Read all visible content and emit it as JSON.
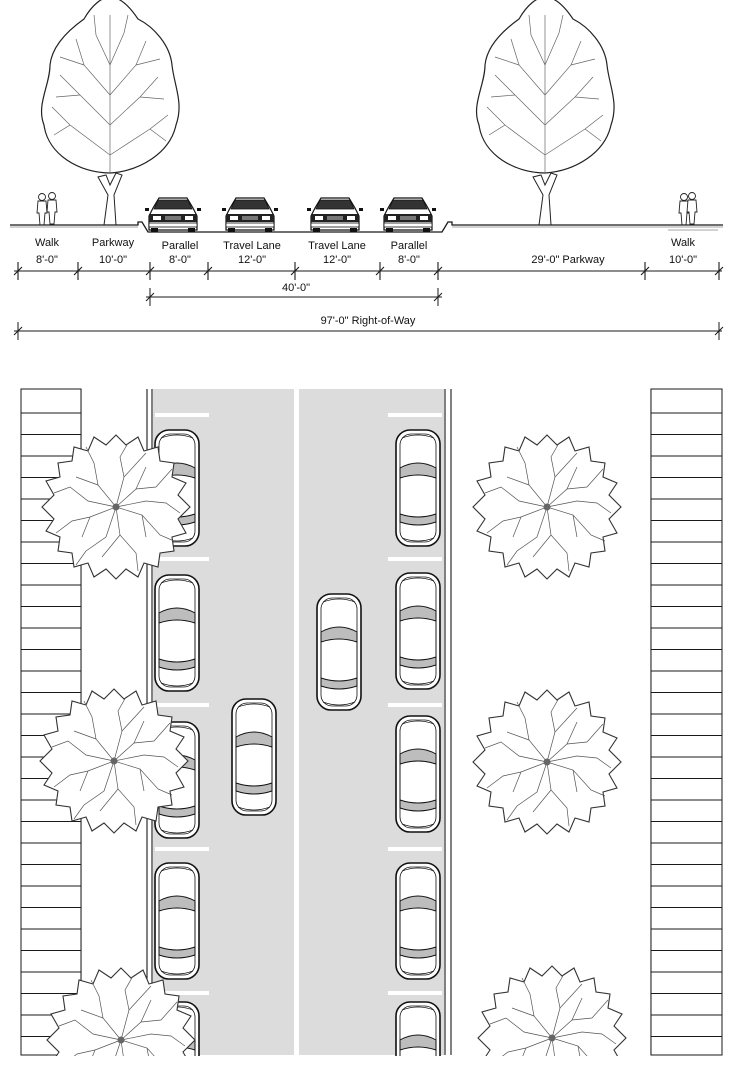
{
  "section": {
    "segments": [
      {
        "name": "Walk",
        "dim": "8'-0\""
      },
      {
        "name": "Parkway",
        "dim": "10'-0\""
      },
      {
        "name": "Parallel",
        "dim": "8'-0\""
      },
      {
        "name": "Travel Lane",
        "dim": "12'-0\""
      },
      {
        "name": "Travel Lane",
        "dim": "12'-0\""
      },
      {
        "name": "Parallel",
        "dim": "8'-0\""
      },
      {
        "name": "",
        "dim": "29'-0\" Parkway"
      },
      {
        "name": "Walk",
        "dim": "10'-0\""
      }
    ],
    "roadway_dim": "40'-0\"",
    "row_dim": "97'-0\" Right-of-Way"
  },
  "colors": {
    "line": "#1a1a1a",
    "road": "#dcdcdc",
    "car_dark": "#2a2a2a",
    "tint": "#bdbdbd",
    "tree_line": "#444444"
  },
  "icons": {
    "section_tree": "elevation-tree-icon",
    "plan_tree": "plan-tree-icon",
    "section_car": "car-front-icon",
    "plan_car": "car-top-icon",
    "person": "pedestrian-icon"
  }
}
